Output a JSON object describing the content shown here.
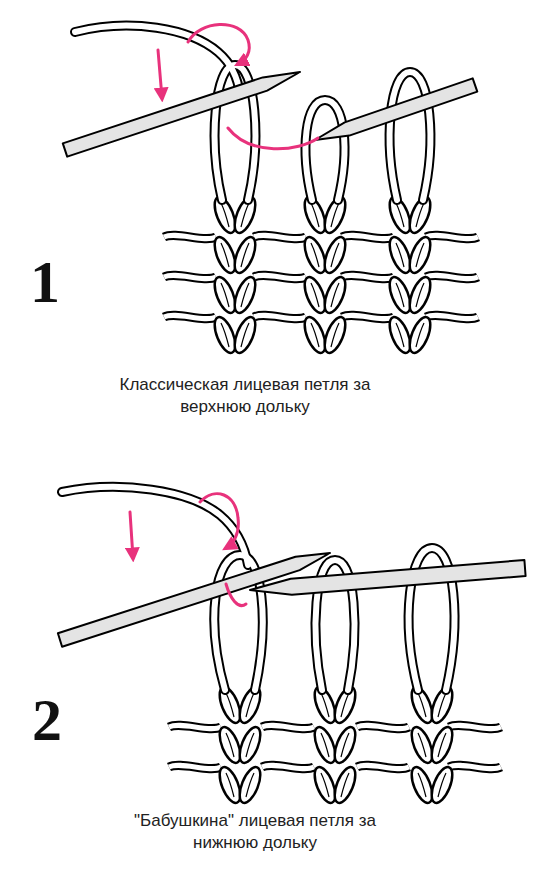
{
  "diagram": {
    "labels": [
      "1",
      "Классическая лицевая петля за верхнюю дольку",
      "2",
      "\"Бабушкина\" лицевая петля за нижнюю дольку"
    ]
  }
}
